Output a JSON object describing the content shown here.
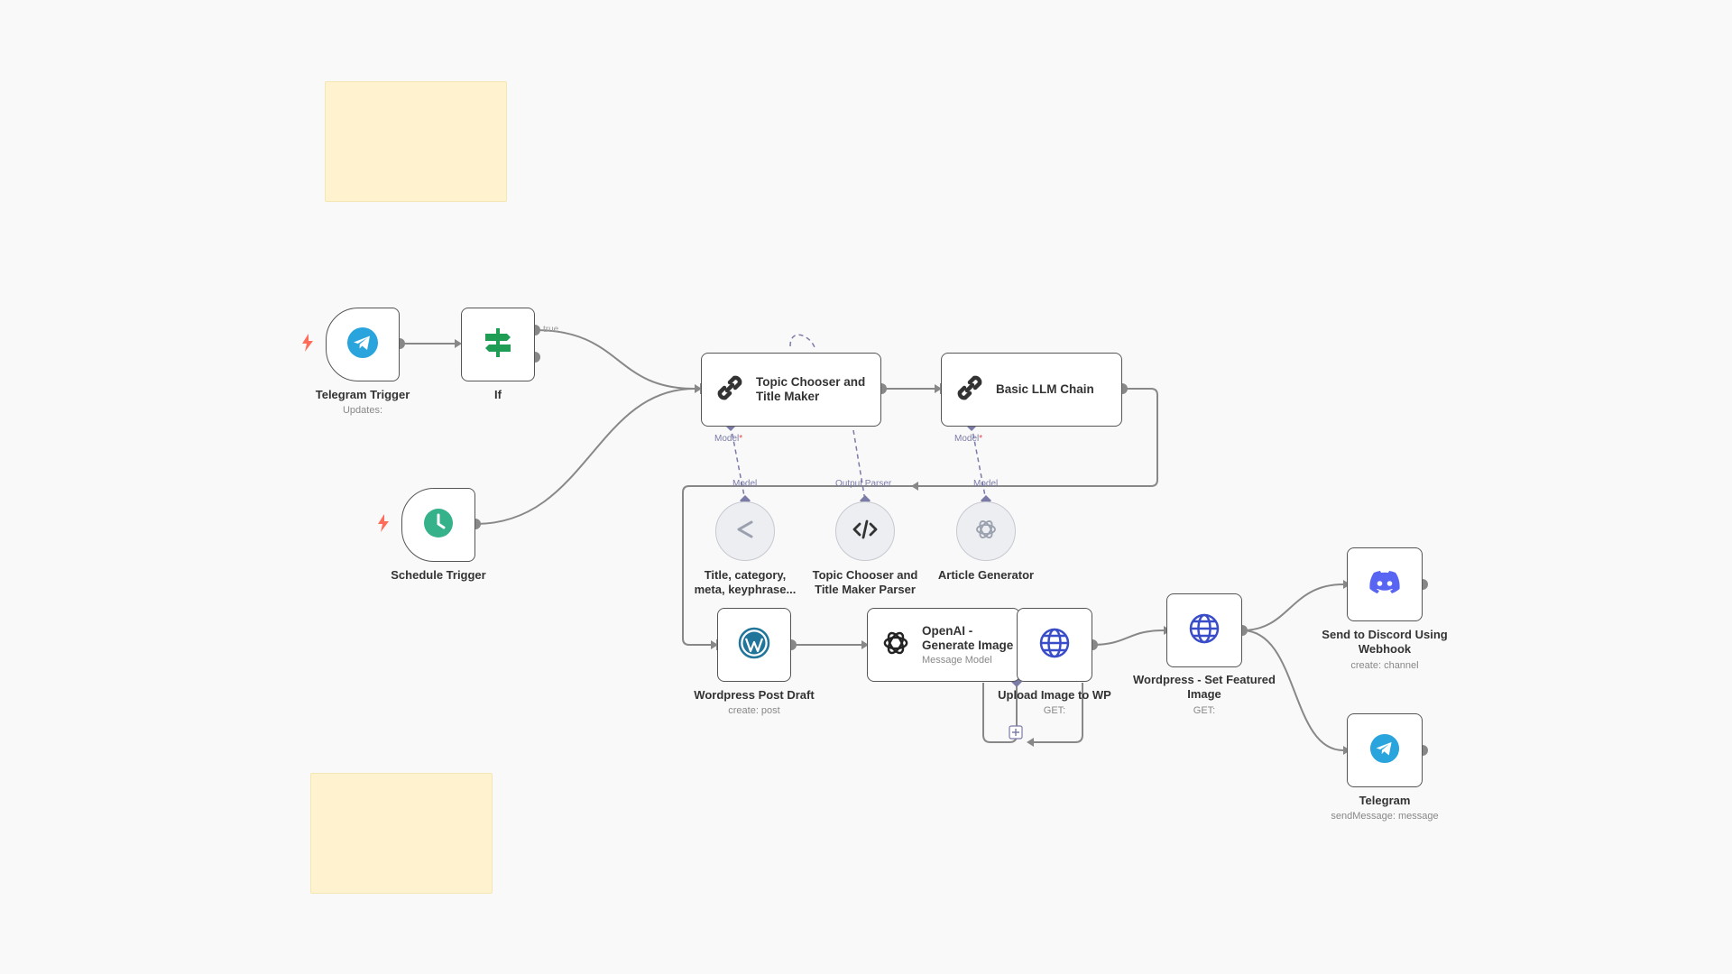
{
  "nodes": {
    "telegram_trigger": {
      "label": "Telegram Trigger",
      "sub": "Updates:"
    },
    "if": {
      "label": "If",
      "true_label": "true"
    },
    "schedule_trigger": {
      "label": "Schedule Trigger"
    },
    "topic_chooser": {
      "label": "Topic Chooser and Title Maker"
    },
    "basic_llm_chain": {
      "label": "Basic LLM Chain"
    },
    "title_category": {
      "label": "Title, category, meta, keyphrase..."
    },
    "topic_parser": {
      "label": "Topic Chooser and Title Maker Parser"
    },
    "article_generator": {
      "label": "Article Generator"
    },
    "wp_post_draft": {
      "label": "Wordpress Post Draft",
      "sub": "create: post"
    },
    "openai_image": {
      "title": "OpenAI - Generate Image",
      "sub": "Message Model"
    },
    "upload_image": {
      "label": "Upload Image to WP",
      "sub": "GET:"
    },
    "wp_featured": {
      "label": "Wordpress - Set Featured Image",
      "sub": "GET:"
    },
    "discord": {
      "label": "Send to Discord Using Webhook",
      "sub": "create: channel"
    },
    "telegram": {
      "label": "Telegram",
      "sub": "sendMessage: message"
    }
  },
  "ports": {
    "model1": "Model",
    "model2": "Model",
    "model_mid": "Model",
    "output_parser": "Output Parser",
    "model_mid2": "Model",
    "required_mark": "*"
  },
  "icons": {
    "telegram": "telegram-icon",
    "if": "signpost-icon",
    "schedule": "clock-icon",
    "chain": "link-chain-icon",
    "share": "share-icon",
    "code": "code-icon",
    "openai": "openai-icon",
    "wordpress": "wordpress-icon",
    "globe": "globe-icon",
    "discord": "discord-icon"
  },
  "colors": {
    "telegram": "#2aa4dd",
    "if_green": "#1f9d55",
    "schedule": "#35b28a",
    "wordpress": "#21759b",
    "globe": "#3a4dc8",
    "discord": "#5865f2",
    "note": "#fff3cf",
    "wire": "#888888",
    "sub_wire": "#7b7ba8",
    "trigger_bolt": "#ff6d5a"
  }
}
